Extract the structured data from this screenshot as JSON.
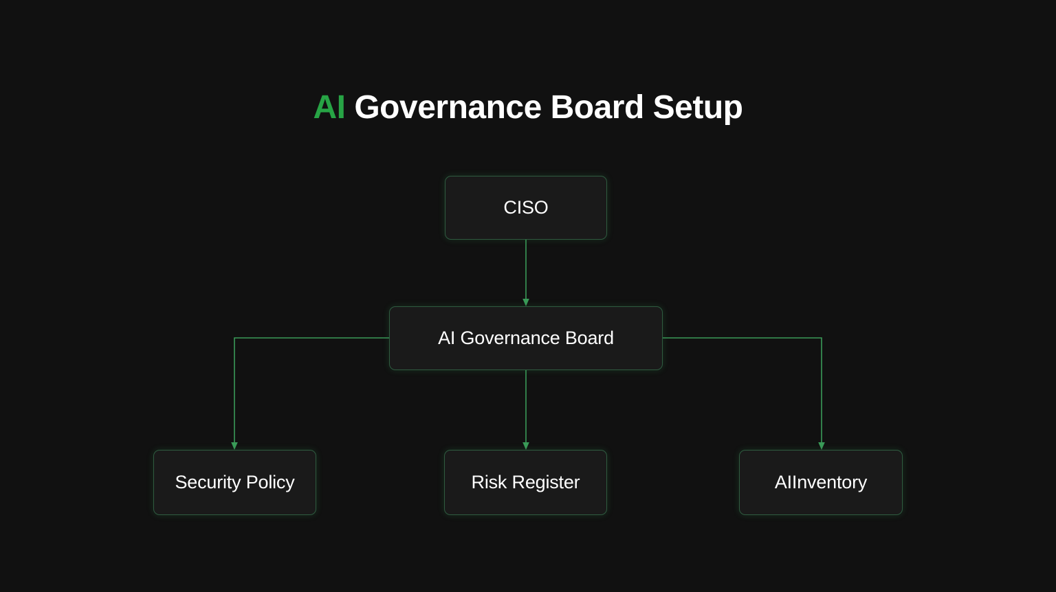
{
  "page": {
    "background_color": "#111111",
    "accent_color": "#27a445",
    "node_border_color": "#2f5b40",
    "node_fill_color": "#1a1a1a",
    "connector_color": "#3a9a58",
    "text_color": "#ffffff"
  },
  "title": {
    "accent_text": "AI",
    "rest_text": " Governance Board Setup",
    "full_text": "AI Governance Board Setup"
  },
  "diagram": {
    "type": "org-chart",
    "nodes": [
      {
        "id": "ciso",
        "label": "CISO",
        "level": 0
      },
      {
        "id": "board",
        "label": "AI Governance Board",
        "level": 1
      },
      {
        "id": "security",
        "label": "Security Policy",
        "level": 2
      },
      {
        "id": "risk",
        "label": "Risk Register",
        "level": 2
      },
      {
        "id": "inventory",
        "label": "AIInventory",
        "level": 2
      }
    ],
    "edges": [
      {
        "from": "ciso",
        "to": "board",
        "style": "straight-down"
      },
      {
        "from": "board",
        "to": "security",
        "style": "elbow-left"
      },
      {
        "from": "board",
        "to": "risk",
        "style": "straight-down"
      },
      {
        "from": "board",
        "to": "inventory",
        "style": "elbow-right"
      }
    ]
  }
}
